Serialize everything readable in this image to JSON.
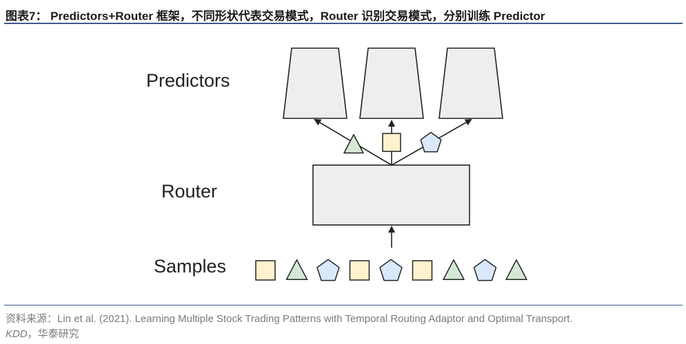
{
  "header": {
    "title": "图表7： Predictors+Router 框架，不同形状代表交易模式，Router 识别交易模式，分别训练 Predictor"
  },
  "diagram": {
    "labels": {
      "predictors": "Predictors",
      "router": "Router",
      "samples": "Samples"
    },
    "routed_shapes": [
      "triangle",
      "square",
      "pentagon"
    ],
    "samples": [
      "square",
      "triangle",
      "pentagon",
      "square",
      "pentagon",
      "square",
      "triangle",
      "pentagon",
      "triangle"
    ],
    "colors": {
      "triangle": "#d5e8d4",
      "square": "#fff2cc",
      "pentagon": "#dae8fc",
      "predictor_fill": "#eeeeee",
      "router_fill": "#eeeeee",
      "stroke": "#222222"
    }
  },
  "source": {
    "label": "资料来源：",
    "text": "Lin et al. (2021). Learning Multiple Stock Trading Patterns with Temporal Routing Adaptor and Optimal Transport.",
    "org": "KDD",
    "org_suffix": "，华泰研究"
  }
}
